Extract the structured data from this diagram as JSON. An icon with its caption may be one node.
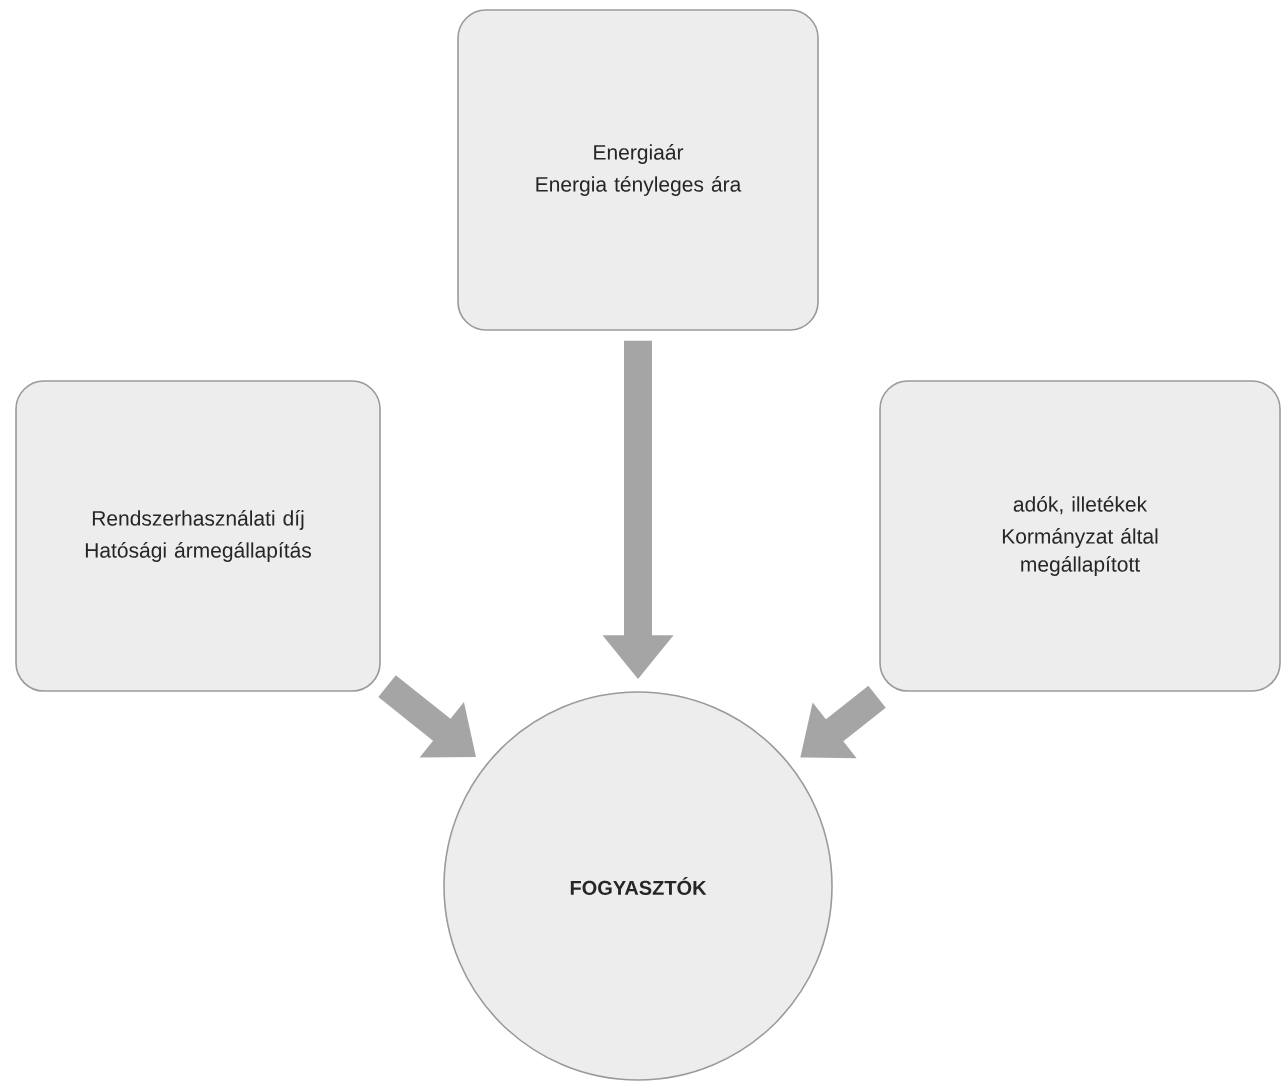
{
  "diagram": {
    "nodes": [
      {
        "text": [
          "Energiaár",
          "Energia tényleges ára"
        ]
      },
      {
        "text": [
          "Rendszerhasználati díj",
          "Hatósági ármegállapítás"
        ]
      },
      {
        "text": [
          "adók, illetékek",
          "Kormányzat által megállapított"
        ]
      },
      {
        "text": [
          "FOGYASZTÓK"
        ]
      }
    ],
    "edges": [
      {
        "from": 0,
        "to": 3,
        "arrow": "to"
      },
      {
        "from": 1,
        "to": 3,
        "arrow": "to"
      },
      {
        "from": 2,
        "to": 3,
        "arrow": "to"
      }
    ]
  }
}
